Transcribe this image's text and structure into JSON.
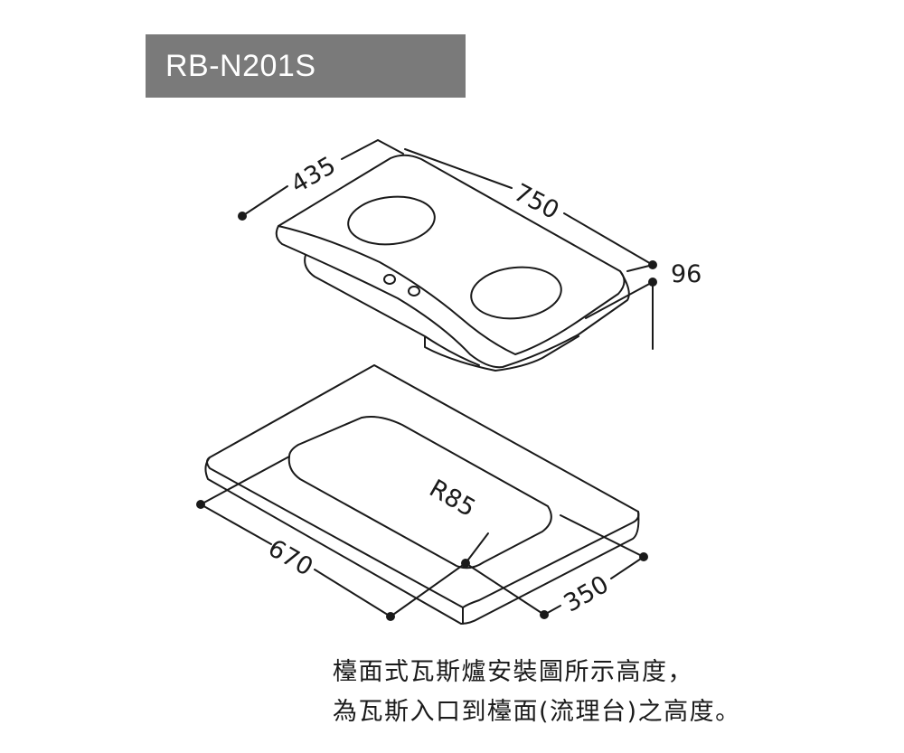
{
  "model": {
    "name": "RB-N201S"
  },
  "dimensions": {
    "depth": "435",
    "width": "750",
    "height": "96",
    "cutout_radius": "R85",
    "cutout_width": "670",
    "cutout_depth": "350"
  },
  "caption": {
    "line1": "檯面式瓦斯爐安裝圖所示高度，",
    "line2": "為瓦斯入口到檯面(流理台)之高度。"
  },
  "colors": {
    "banner": "#7a7a7a",
    "line": "#1a1a1a"
  }
}
